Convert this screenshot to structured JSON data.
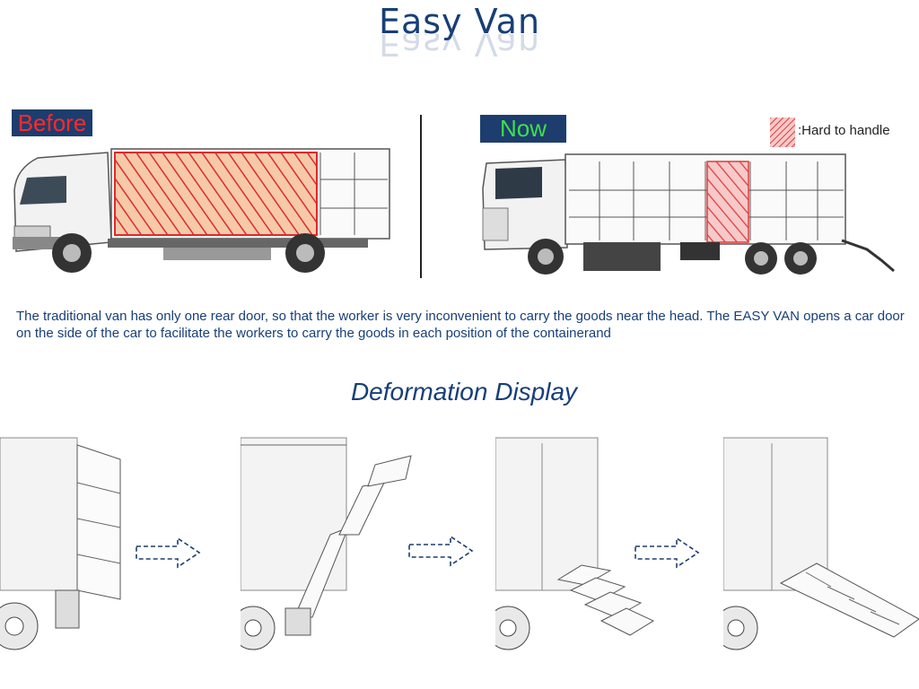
{
  "page": {
    "title": "Easy Van",
    "before_label": "Before",
    "now_label": "Now",
    "legend_text": ":Hard to handle",
    "description": "The traditional van has only one rear door, so that the worker is very inconvenient to carry the goods near the head. The EASY VAN  opens a car door on the side of the car to facilitate the workers to carry the goods in each position of the containerand",
    "subtitle": "Deformation Display"
  },
  "colors": {
    "title": "#173f78",
    "label_bg": "#1d3d6e",
    "before_text": "#ff2a2a",
    "now_text": "#3fe04a",
    "hatch": "#e03a3a"
  },
  "icons": [
    "before-truck-illustration",
    "now-truck-illustration",
    "hatch-swatch-icon",
    "dashed-arrow-icon"
  ]
}
